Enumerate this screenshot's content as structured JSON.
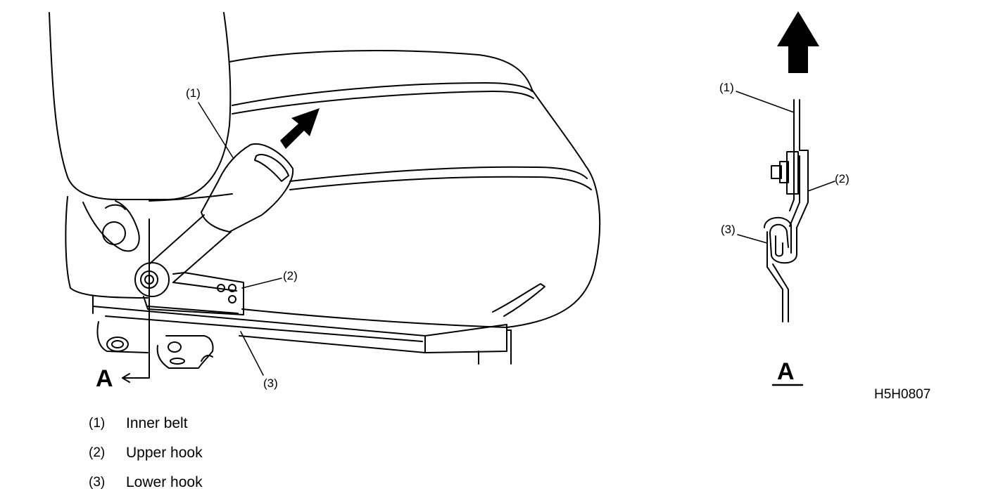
{
  "side_view": {
    "callout_1": "(1)",
    "callout_2": "(2)",
    "callout_3": "(3)",
    "view_arrow_label": "A"
  },
  "detail_view": {
    "callout_1": "(1)",
    "callout_2": "(2)",
    "callout_3": "(3)",
    "view_title": "A"
  },
  "figure_code": "H5H0807",
  "legend": [
    {
      "num": "(1)",
      "text": "Inner belt"
    },
    {
      "num": "(2)",
      "text": "Upper hook"
    },
    {
      "num": "(3)",
      "text": "Lower hook"
    }
  ],
  "colors": {
    "ink": "#000000",
    "paper": "#ffffff"
  }
}
